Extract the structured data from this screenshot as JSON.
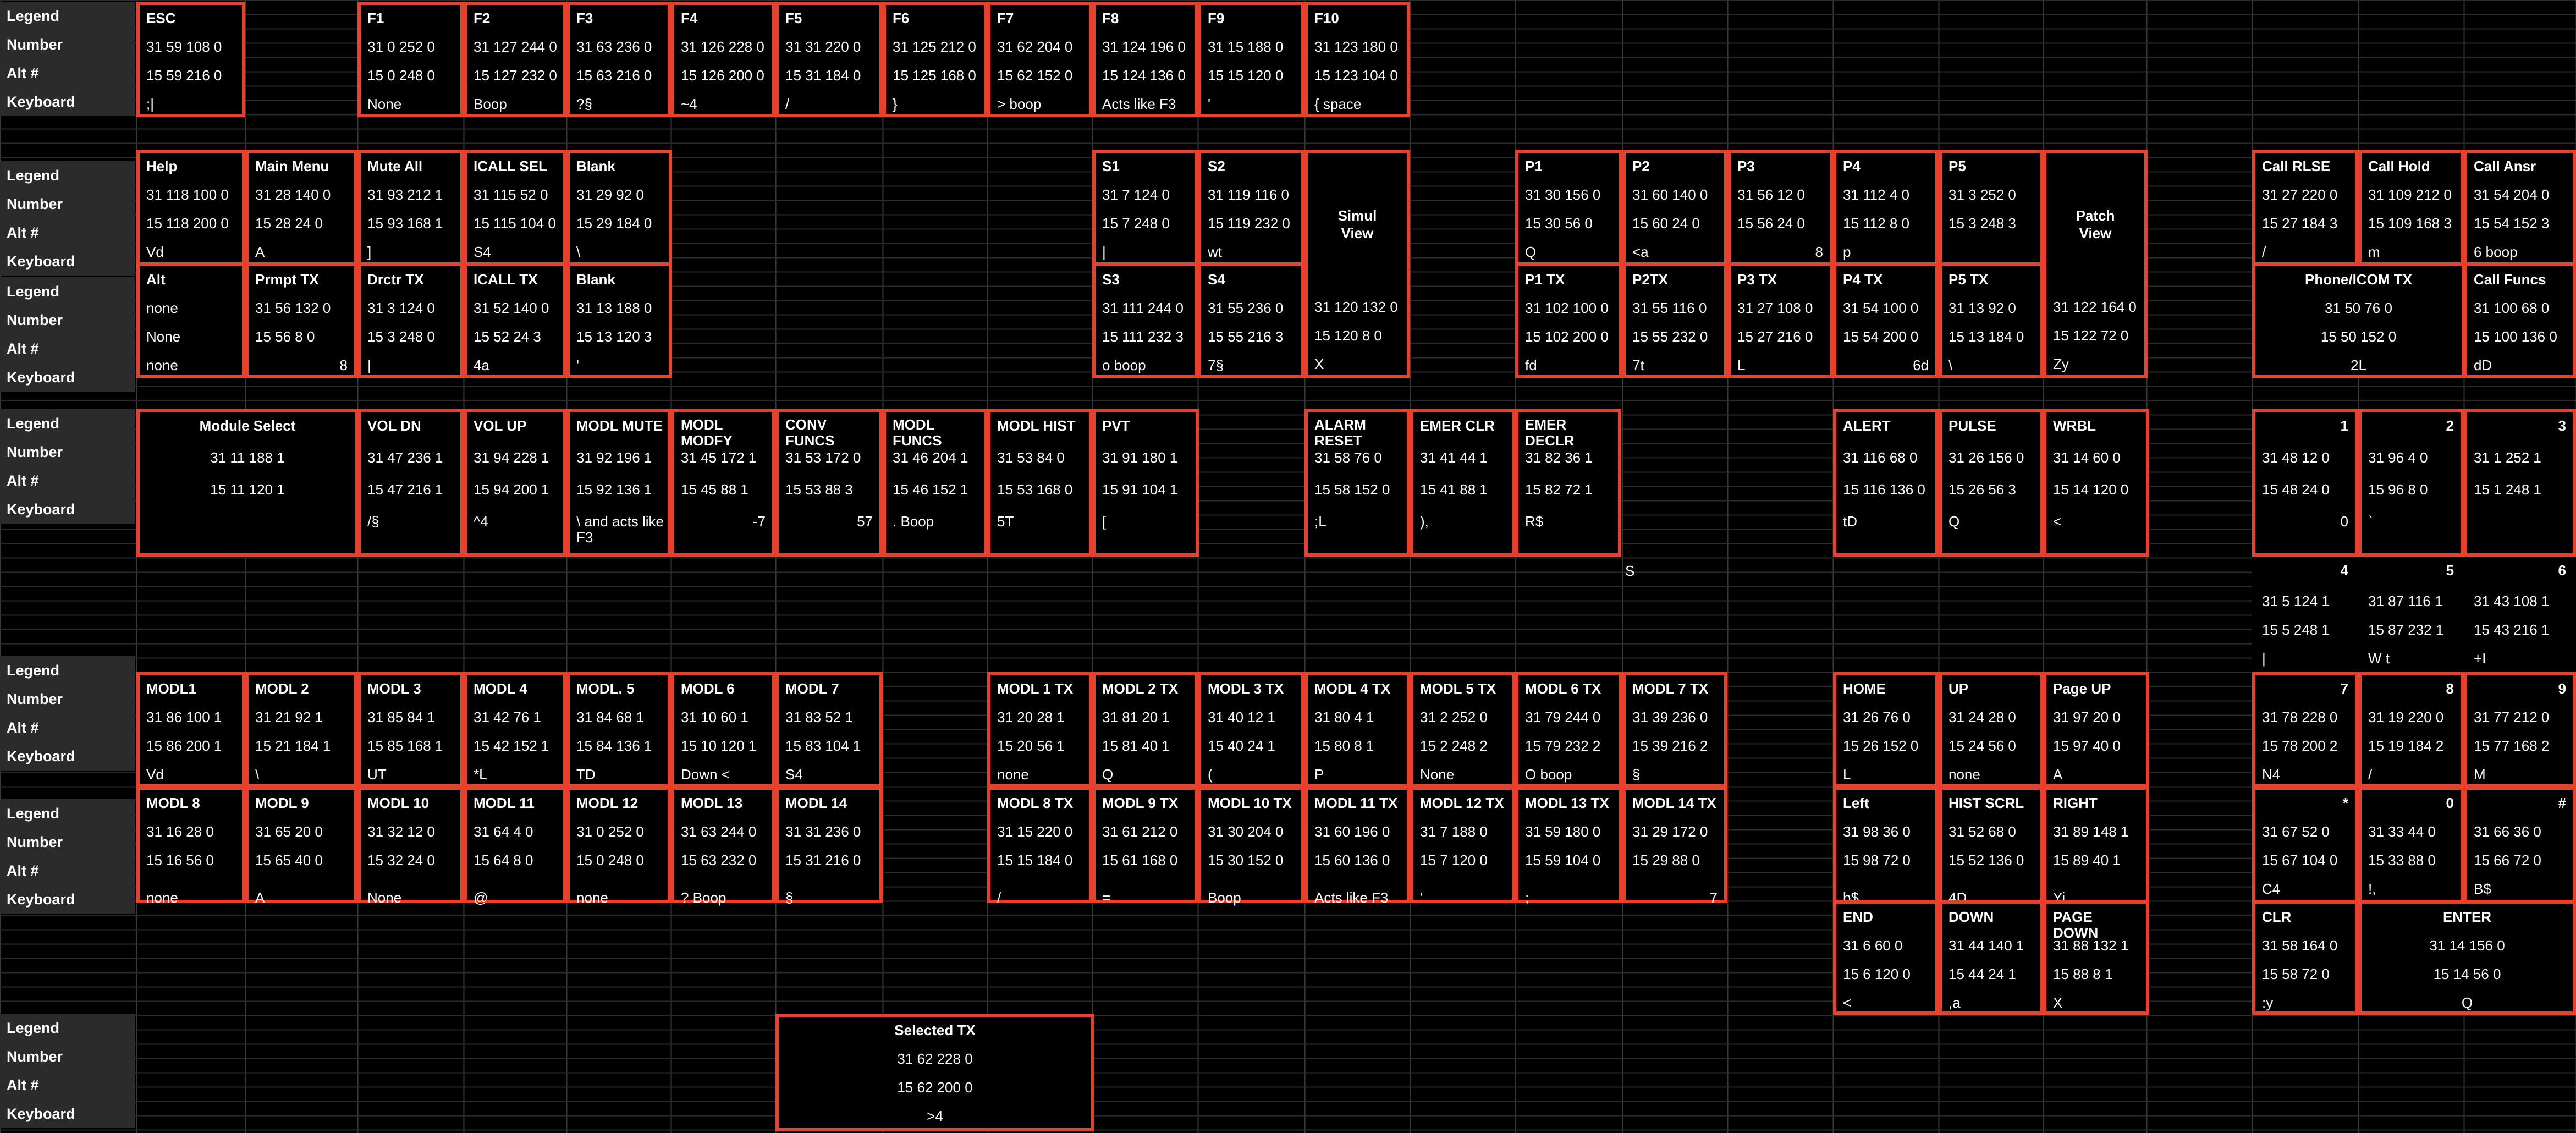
{
  "row_labels": [
    "Legend",
    "Number",
    "Alt #",
    "Keyboard"
  ],
  "groups": [
    {
      "keys": [
        {
          "t": "ESC",
          "n": "31 59 108 0",
          "a": "15 59 216 0",
          "k": ";|"
        },
        {
          "t": "F1",
          "n": "31 0 252 0",
          "a": "15 0 248 0",
          "k": "None"
        },
        {
          "t": "F2",
          "n": "31 127 244 0",
          "a": "15 127 232 0",
          "k": "Boop"
        },
        {
          "t": "F3",
          "n": "31 63 236 0",
          "a": "15 63 216 0",
          "k": "?§"
        },
        {
          "t": "F4",
          "n": "31 126 228 0",
          "a": "15 126 200 0",
          "k": "~4"
        },
        {
          "t": "F5",
          "n": "31 31 220 0",
          "a": "15 31 184 0",
          "k": "/"
        },
        {
          "t": "F6",
          "n": "31 125 212 0",
          "a": "15 125 168 0",
          "k": "}"
        },
        {
          "t": "F7",
          "n": "31 62 204 0",
          "a": "15 62 152 0",
          "k": "> boop"
        },
        {
          "t": "F8",
          "n": "31 124 196 0",
          "a": "15 124 136 0",
          "k": "Acts like F3"
        },
        {
          "t": "F9",
          "n": "31 15 188 0",
          "a": "15 15 120 0",
          "k": "'"
        },
        {
          "t": "F10",
          "n": "31 123 180 0",
          "a": "15 123 104 0",
          "k": "{ space"
        }
      ]
    },
    {
      "keys": [
        {
          "t": "Help",
          "n": "31 118 100 0",
          "a": "15 118 200 0",
          "k": "Vd"
        },
        {
          "t": "Main Menu",
          "n": "31 28 140 0",
          "a": "15 28 24 0",
          "k": "A"
        },
        {
          "t": "Mute All",
          "n": "31 93 212 1",
          "a": "15 93 168 1",
          "k": "]"
        },
        {
          "t": "ICALL SEL",
          "n": "31 115 52 0",
          "a": "15 115 104 0",
          "k": "S4"
        },
        {
          "t": "Blank",
          "n": "31 29 92 0",
          "a": "15 29 184 0",
          "k": "\\"
        },
        {
          "t": "S1",
          "n": "31 7 124 0",
          "a": "15 7 248 0",
          "k": "|"
        },
        {
          "t": "S2",
          "n": "31 119 116 0",
          "a": "15 119 232 0",
          "k": "wt"
        },
        {
          "t": "P1",
          "n": "31 30 156 0",
          "a": "15 30 56 0",
          "k": "Q"
        },
        {
          "t": "P2",
          "n": "31 60 140 0",
          "a": "15 60 24 0",
          "k": "<a"
        },
        {
          "t": "P3",
          "n": "31 56 12 0",
          "a": "15 56 24 0",
          "k": "",
          "e": "8"
        },
        {
          "t": "P4",
          "n": "31 112 4 0",
          "a": "15 112 8 0",
          "k": "p"
        },
        {
          "t": "P5",
          "n": "31 3 252 0",
          "a": "15 3 248 3",
          "k": ""
        },
        {
          "t": "Call RLSE",
          "n": "31 27 220 0",
          "a": "15 27 184 3",
          "k": "/"
        },
        {
          "t": "Call Hold",
          "n": "31 109 212 0",
          "a": "15 109 168 3",
          "k": "m"
        },
        {
          "t": "Call Ansr",
          "n": "31 54 204 0",
          "a": "15 54 152 3",
          "k": "6 boop"
        },
        {
          "t": "Alt",
          "n": "none",
          "a": "None",
          "k": "none"
        },
        {
          "t": "Prmpt TX",
          "n": "31 56 132 0",
          "a": "15 56 8 0",
          "k": "",
          "e": "8"
        },
        {
          "t": "Drctr TX",
          "n": "31 3 124 0",
          "a": "15 3 248 0",
          "k": "|"
        },
        {
          "t": "ICALL TX",
          "n": "31 52 140 0",
          "a": "15 52 24 3",
          "k": "4a"
        },
        {
          "t": "Blank",
          "n": "31 13 188 0",
          "a": "15 13 120 3",
          "k": "'"
        },
        {
          "t": "S3",
          "n": "31 111 244 0",
          "a": "15 111 232 3",
          "k": "o boop"
        },
        {
          "t": "S4",
          "n": "31 55 236 0",
          "a": "15 55 216 3",
          "k": "7§"
        },
        {
          "t": "P1 TX",
          "n": "31 102 100 0",
          "a": "15 102 200 0",
          "k": "fd"
        },
        {
          "t": "P2TX",
          "n": "31 55 116 0",
          "a": "15 55 232 0",
          "k": "7t"
        },
        {
          "t": "P3 TX",
          "n": "31 27 108 0",
          "a": "15 27 216 0",
          "k": "L"
        },
        {
          "t": "P4 TX",
          "n": "31 54 100 0",
          "a": "15 54 200 0",
          "k": "",
          "e": "6d"
        },
        {
          "t": "P5 TX",
          "n": "31 13 92 0",
          "a": "15 13 184 0",
          "k": "\\"
        },
        {
          "t": "Call Funcs",
          "n": "31 100 68 0",
          "a": "15 100 136 0",
          "k": "dD"
        }
      ],
      "simul": {
        "t1": "Simul",
        "t2": "View",
        "n": "31 120 132 0",
        "a": "15 120 8 0",
        "k": "X"
      },
      "patch": {
        "t1": "Patch",
        "t2": "View",
        "n": "31 122 164 0",
        "a": "15 122 72 0",
        "k": "Zy"
      },
      "phone": {
        "t": "Phone/ICOM TX",
        "n": "31 50 76 0",
        "a": "15 50 152 0",
        "k": "2L"
      }
    },
    {
      "keys": [
        {
          "t": "Module Select",
          "n": "31 11 188 1",
          "a": "15 11 120 1",
          "k": ""
        },
        {
          "t": "VOL DN",
          "n": "31 47 236 1",
          "a": "15 47 216 1",
          "k": "/§"
        },
        {
          "t": "VOL UP",
          "n": "31 94 228 1",
          "a": "15 94 200 1",
          "k": "^4"
        },
        {
          "t": "MODL MUTE",
          "n": "31 92 196 1",
          "a": "15 92 136 1",
          "k": "\\ and acts like F3"
        },
        {
          "t": "MODL MODFY",
          "n": "31 45 172 1",
          "a": "15 45 88 1",
          "k": "",
          "e": "-7"
        },
        {
          "t": "CONV FUNCS",
          "n": "31 53 172 0",
          "a": "15 53 88 3",
          "k": "",
          "e": "57"
        },
        {
          "t": "MODL FUNCS",
          "n": "31 46 204 1",
          "a": "15 46 152 1",
          "k": ". Boop"
        },
        {
          "t": "MODL HIST",
          "n": "31 53 84 0",
          "a": "15 53 168 0",
          "k": "5T"
        },
        {
          "t": "PVT",
          "n": "31 91 180 1",
          "a": "15 91 104 1",
          "k": "["
        },
        {
          "t": "ALARM RESET",
          "n": "31 58 76 0",
          "a": "15 58 152 0",
          "k": ";L"
        },
        {
          "t": "EMER CLR",
          "n": "31 41 44 1",
          "a": "15 41 88 1",
          "k": "),"
        },
        {
          "t": "EMER DECLR",
          "n": "31 82 36 1",
          "a": "15 82 72 1",
          "k": "R$"
        },
        {
          "t": "ALERT",
          "n": "31 116 68 0",
          "a": "15 116 136 0",
          "k": "tD"
        },
        {
          "t": "PULSE",
          "n": "31 26 156 0",
          "a": "15 26 56 3",
          "k": "Q"
        },
        {
          "t": "WRBL",
          "n": "31 14 60 0",
          "a": "15 14 120 0",
          "k": "<"
        },
        {
          "t": "1",
          "n": "31 48 12 0",
          "a": "15 48 24 0",
          "k": "",
          "e": "0"
        },
        {
          "t": "2",
          "n": "31 96 4 0",
          "a": "15 96 8 0",
          "k": "`"
        },
        {
          "t": "3",
          "n": "31 1 252 1",
          "a": "15 1 248 1",
          "k": ""
        }
      ]
    },
    {
      "numpad_loose": [
        {
          "t": "4",
          "n": "31 5 124 1",
          "a": "15 5 248 1",
          "k": "|"
        },
        {
          "t": "5",
          "n": "31 87 116 1",
          "a": "15 87 232 1",
          "k": "W t"
        },
        {
          "t": "6",
          "n": "31 43 108 1",
          "a": "15 43 216 1",
          "k": "+I"
        }
      ],
      "stray_s": "S"
    },
    {
      "keys": [
        {
          "t": "MODL1",
          "n": "31 86 100 1",
          "a": "15 86 200 1",
          "k": "Vd"
        },
        {
          "t": "MODL 2",
          "n": "31 21 92 1",
          "a": "15 21 184 1",
          "k": "\\"
        },
        {
          "t": "MODL 3",
          "n": "31 85 84 1",
          "a": "15 85 168 1",
          "k": "UT"
        },
        {
          "t": "MODL 4",
          "n": "31 42 76 1",
          "a": "15 42 152 1",
          "k": "*L"
        },
        {
          "t": "MODL. 5",
          "n": "31 84 68 1",
          "a": "15 84 136 1",
          "k": "TD"
        },
        {
          "t": "MODL 6",
          "n": "31 10 60 1",
          "a": "15 10 120 1",
          "k": "Down <"
        },
        {
          "t": "MODL 7",
          "n": "31 83 52 1",
          "a": "15 83 104 1",
          "k": "S4"
        },
        {
          "t": "MODL 1 TX",
          "n": "31 20 28 1",
          "a": "15 20 56 1",
          "k": "none"
        },
        {
          "t": "MODL 2 TX",
          "n": "31 81 20 1",
          "a": "15 81 40 1",
          "k": "Q"
        },
        {
          "t": "MODL 3 TX",
          "n": "31 40 12 1",
          "a": "15 40 24 1",
          "k": "("
        },
        {
          "t": "MODL 4 TX",
          "n": "31 80 4 1",
          "a": "15 80 8 1",
          "k": "P"
        },
        {
          "t": "MODL 5 TX",
          "n": "31 2 252 0",
          "a": "15 2 248 2",
          "k": "None"
        },
        {
          "t": "MODL 6 TX",
          "n": "31 79 244 0",
          "a": "15 79 232 2",
          "k": "O boop"
        },
        {
          "t": "MODL 7 TX",
          "n": "31 39 236 0",
          "a": "15 39 216 2",
          "k": "§"
        },
        {
          "t": "HOME",
          "n": "31 26 76 0",
          "a": "15 26 152 0",
          "k": "L"
        },
        {
          "t": "UP",
          "n": "31 24 28 0",
          "a": "15 24 56 0",
          "k": "none"
        },
        {
          "t": "Page UP",
          "n": "31 97 20 0",
          "a": "15 97 40 0",
          "k": "A"
        },
        {
          "t": "7",
          "n": "31 78 228 0",
          "a": "15 78 200 2",
          "k": "N4"
        },
        {
          "t": "8",
          "n": "31 19 220 0",
          "a": "15 19 184 2",
          "k": "/"
        },
        {
          "t": "9",
          "n": "31 77 212 0",
          "a": "15 77 168 2",
          "k": "M"
        },
        {
          "t": "MODL 8",
          "n": "31 16 28 0",
          "a": "15 16 56 0",
          "k": "none"
        },
        {
          "t": "MODL 9",
          "n": "31 65 20 0",
          "a": "15 65 40 0",
          "k": "A"
        },
        {
          "t": "MODL 10",
          "n": "31 32 12 0",
          "a": "15 32 24 0",
          "k": "None"
        },
        {
          "t": "MODL 11",
          "n": "31 64 4 0",
          "a": "15 64 8 0",
          "k": "@"
        },
        {
          "t": "MODL 12",
          "n": "31 0 252 0",
          "a": "15 0 248 0",
          "k": "none"
        },
        {
          "t": "MODL 13",
          "n": "31 63 244 0",
          "a": "15 63 232 0",
          "k": "? Boop"
        },
        {
          "t": "MODL 14",
          "n": "31 31 236 0",
          "a": "15 31 216 0",
          "k": "§"
        },
        {
          "t": "MODL 8 TX",
          "n": "31 15 220 0",
          "a": "15 15 184 0",
          "k": "/"
        },
        {
          "t": "MODL 9 TX",
          "n": "31 61 212 0",
          "a": "15 61 168 0",
          "k": "="
        },
        {
          "t": "MODL 10 TX",
          "n": "31 30 204 0",
          "a": "15 30 152 0",
          "k": "Boop"
        },
        {
          "t": "MODL 11 TX",
          "n": "31 60 196 0",
          "a": "15 60 136 0",
          "k": "Acts like F3"
        },
        {
          "t": "MODL 12 TX",
          "n": "31 7 188 0",
          "a": "15 7 120 0",
          "k": "'"
        },
        {
          "t": "MODL 13 TX",
          "n": "31 59 180 0",
          "a": "15 59 104 0",
          "k": ";"
        },
        {
          "t": "MODL 14 TX",
          "n": "31 29 172 0",
          "a": "15 29 88 0",
          "k": "",
          "e": "7"
        },
        {
          "t": "Left",
          "n": "31 98 36 0",
          "a": "15 98 72 0",
          "k": "b$"
        },
        {
          "t": "HIST SCRL",
          "n": "31 52 68 0",
          "a": "15 52 136 0",
          "k": "4D"
        },
        {
          "t": "RIGHT",
          "n": "31 89 148 1",
          "a": "15 89 40 1",
          "k": "Yi"
        },
        {
          "t": "*",
          "n": "31 67 52 0",
          "a": "15 67 104 0",
          "k": "C4"
        },
        {
          "t": "0",
          "n": "31 33 44 0",
          "a": "15 33 88 0",
          "k": "!,"
        },
        {
          "t": "#",
          "n": "31 66 36 0",
          "a": "15 66 72 0",
          "k": "B$"
        }
      ]
    },
    {
      "keys": [
        {
          "t": "END",
          "n": "31 6 60 0",
          "a": "15 6 120 0",
          "k": "<"
        },
        {
          "t": "DOWN",
          "n": "31 44 140 1",
          "a": "15 44 24 1",
          "k": ",a"
        },
        {
          "t": "PAGE DOWN",
          "n": "31 88 132 1",
          "a": "15 88 8 1",
          "k": "X"
        },
        {
          "t": "CLR",
          "n": "31 58 164 0",
          "a": "15 58 72 0",
          "k": ":y"
        },
        {
          "t": "ENTER",
          "n": "31 14 156 0",
          "a": "15 14 56 0",
          "k": "Q"
        }
      ]
    },
    {
      "keys": [
        {
          "t": "Selected TX",
          "n": "31 62 228 0",
          "a": "15 62 200 0",
          "k": ">4"
        }
      ]
    }
  ]
}
